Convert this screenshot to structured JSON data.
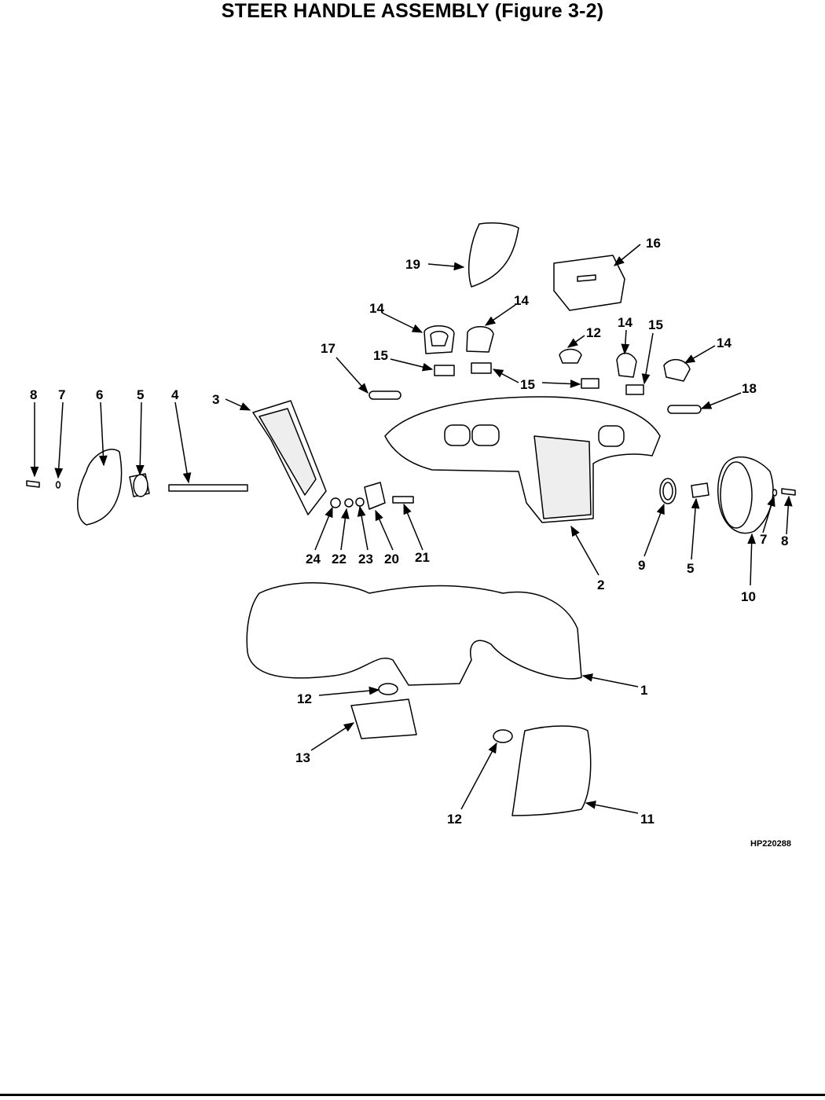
{
  "title": "STEER HANDLE ASSEMBLY (Figure 3-2)",
  "figure_id": "HP220288",
  "callouts": [
    "1",
    "2",
    "3",
    "4",
    "5",
    "6",
    "7",
    "8",
    "9",
    "10",
    "11",
    "12",
    "13",
    "14",
    "15",
    "16",
    "17",
    "18",
    "19",
    "20",
    "21",
    "22",
    "23",
    "24"
  ],
  "colors": {
    "line": "#000000",
    "part_fill": "#ffffff",
    "shade": "#d8d8d8"
  }
}
